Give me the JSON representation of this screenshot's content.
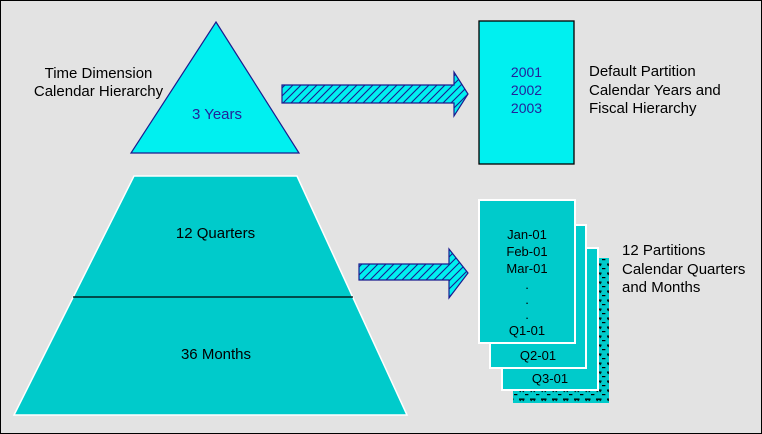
{
  "diagram": {
    "title_caption": {
      "line1": "Time Dimension",
      "line2": "Calendar Hierarchy"
    },
    "triangle": {
      "label": "3 Years"
    },
    "trapezoid": {
      "upper_label": "12 Quarters",
      "lower_label": "36 Months"
    },
    "year_box": {
      "line1": "2001",
      "line2": "2002",
      "line3": "2003"
    },
    "year_caption": {
      "line1": "Default Partition",
      "line2": "Calendar Years and",
      "line3": "Fiscal Hierarchy"
    },
    "month_box": {
      "line1": "Jan-01",
      "line2": "Feb-01",
      "line3": "Mar-01",
      "dot": ".",
      "quarter": "Q1-01"
    },
    "stack": {
      "q2_label": "Q2-01",
      "q3_label": "Q3-01"
    },
    "partition_caption": {
      "line1": "12 Partitions",
      "line2": "Calendar Quarters",
      "line3": "and Months"
    },
    "colors": {
      "background": "#e3e3e3",
      "bright_cyan": "#00f0f0",
      "teal": "#00cbcb",
      "navy_outline": "#1b1b8f",
      "navy_text": "#22229b",
      "black": "#000000",
      "white": "#ffffff"
    }
  }
}
